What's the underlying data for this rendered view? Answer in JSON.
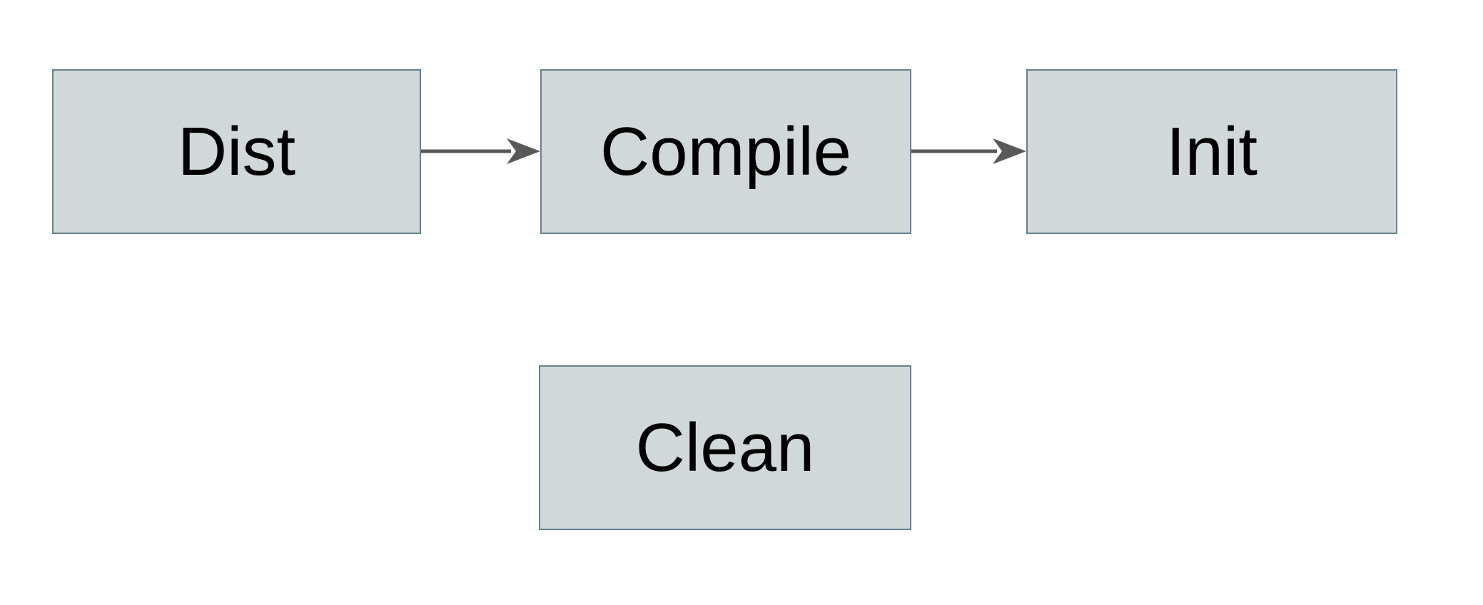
{
  "diagram": {
    "title": "",
    "nodes": [
      {
        "id": "dist",
        "label": "Dist"
      },
      {
        "id": "compile",
        "label": "Compile"
      },
      {
        "id": "init",
        "label": "Init"
      },
      {
        "id": "clean",
        "label": "Clean"
      }
    ],
    "edges": [
      {
        "from": "Dist",
        "to": "Compile",
        "direction": "right"
      },
      {
        "from": "Compile",
        "to": "Init",
        "direction": "right"
      }
    ]
  },
  "colors": {
    "node-fill": "#d0d8da",
    "node-border": "#67818e",
    "node-text": "#000000",
    "arrow": "#595959",
    "background": "#ffffff"
  }
}
